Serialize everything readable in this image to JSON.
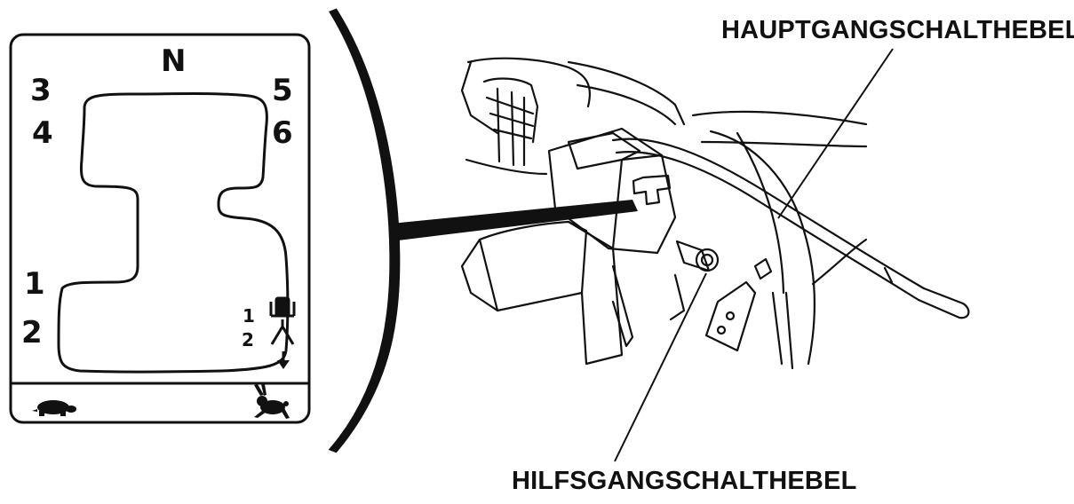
{
  "labels": {
    "main_lever": "HAUPTGANGSCHALTHEBEL",
    "aux_lever": "HILFSGANGSCHALTHEBEL"
  },
  "shift_plate": {
    "neutral": "N",
    "gear_3": "3",
    "gear_4": "4",
    "gear_5": "5",
    "gear_6": "6",
    "gear_1": "1",
    "gear_2": "2",
    "aux_1": "1",
    "aux_2": "2",
    "slow_icon": "turtle-icon",
    "fast_icon": "rabbit-icon"
  },
  "colors": {
    "ink": "#111111",
    "background": "#ffffff"
  }
}
